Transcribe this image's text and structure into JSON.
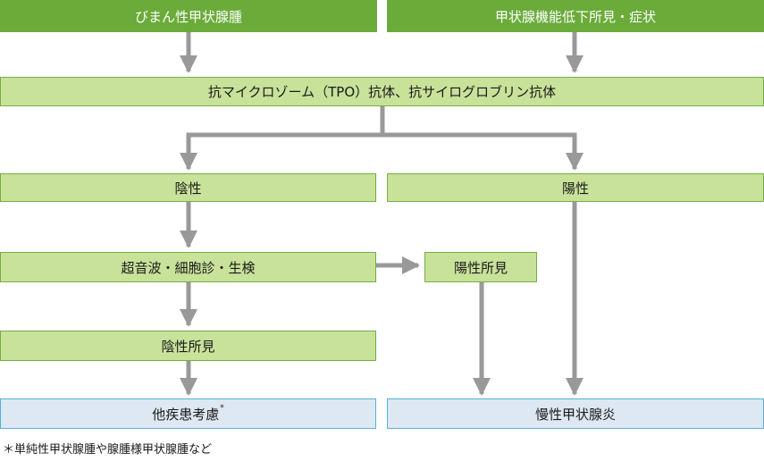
{
  "top_left": "びまん性甲状腺腫",
  "top_right": "甲状腺機能低下所見・症状",
  "antibody": "抗マイクロゾーム（TPO）抗体、抗サイログロブリン抗体",
  "negative": "陰性",
  "positive": "陽性",
  "exam": "超音波・細胞診・生検",
  "positive_findings": "陽性所見",
  "negative_findings": "陰性所見",
  "other_disease": "他疾患考慮",
  "other_disease_mark": "*",
  "chronic_thyroiditis": "慢性甲状腺炎",
  "footnote": "＊単純性甲状腺腫や腺腫様甲状腺腫など",
  "colors": {
    "header_green": "#6aab3a",
    "light_green": "#c8e29a",
    "border_green": "#74ae45",
    "final_fill": "#dde8f2",
    "final_border": "#52b3d9",
    "arrow_gray": "#999999"
  }
}
